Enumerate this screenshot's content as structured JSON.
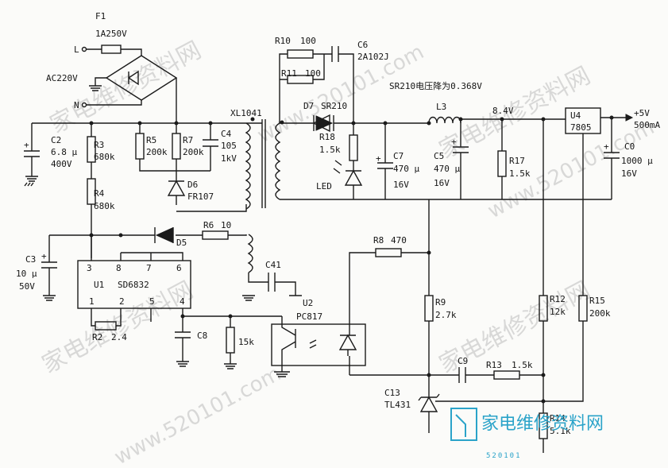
{
  "watermark": "家电维修资料网",
  "watermark_url": "www.520101.com",
  "logo": {
    "name": "家电维修资料网",
    "url": "520101"
  },
  "input": {
    "line_label": "L",
    "neutral_label": "N",
    "mains_label": "AC220V"
  },
  "note": "SR210电压降为0.368V",
  "output": {
    "voltage": "+5V",
    "current": "500mA",
    "rail_voltage": "8.4V"
  },
  "components": {
    "F1": {
      "ref": "F1",
      "value": "1A250V"
    },
    "C2": {
      "ref": "C2",
      "value1": "6.8 μ",
      "value2": "400V"
    },
    "R3": {
      "ref": "R3",
      "value": "680k"
    },
    "R4": {
      "ref": "R4",
      "value": "680k"
    },
    "R5": {
      "ref": "R5",
      "value": "200k"
    },
    "R7": {
      "ref": "R7",
      "value": "200k"
    },
    "C4": {
      "ref": "C4",
      "value1": "105",
      "value2": "1kV"
    },
    "D6": {
      "ref": "D6",
      "value": "FR107"
    },
    "T1": {
      "ref": "XL1041"
    },
    "R10": {
      "ref": "R10",
      "value": "100"
    },
    "R11": {
      "ref": "R11",
      "value": "100"
    },
    "C6": {
      "ref": "C6",
      "value": "2A102J"
    },
    "D7": {
      "ref": "D7",
      "value": "SR210"
    },
    "R18": {
      "ref": "R18",
      "value": "1.5k"
    },
    "LED": {
      "ref": "LED"
    },
    "C7": {
      "ref": "C7",
      "value1": "470 μ",
      "value2": "16V"
    },
    "L3": {
      "ref": "L3"
    },
    "C5": {
      "ref": "C5",
      "value1": "470 μ",
      "value2": "16V"
    },
    "R17": {
      "ref": "R17",
      "value": "1.5k"
    },
    "U4": {
      "ref": "U4",
      "value": "7805"
    },
    "C0": {
      "ref": "C0",
      "value1": "1000 μ",
      "value2": "16V"
    },
    "C3": {
      "ref": "C3",
      "value1": "10 μ",
      "value2": "50V"
    },
    "D5": {
      "ref": "D5"
    },
    "R6": {
      "ref": "R6",
      "value": "10"
    },
    "U1": {
      "ref": "U1",
      "value": "SD6832",
      "pins": [
        "3",
        "8",
        "7",
        "6",
        "1",
        "2",
        "5",
        "4"
      ]
    },
    "R2": {
      "ref": "R2",
      "value": "2.4"
    },
    "C41": {
      "ref": "C41"
    },
    "C8": {
      "ref": "C8"
    },
    "R15k": {
      "value": "15k"
    },
    "U2": {
      "ref": "U2",
      "value": "PC817"
    },
    "R8": {
      "ref": "R8",
      "value": "470"
    },
    "R9": {
      "ref": "R9",
      "value": "2.7k"
    },
    "C9": {
      "ref": "C9"
    },
    "R13": {
      "ref": "R13",
      "value": "1.5k"
    },
    "C13": {
      "ref": "C13",
      "value": "TL431"
    },
    "R12": {
      "ref": "R12",
      "value": "12k"
    },
    "R15": {
      "ref": "R15",
      "value": "200k"
    },
    "R14": {
      "ref": "R14",
      "value": "5.1k"
    }
  }
}
